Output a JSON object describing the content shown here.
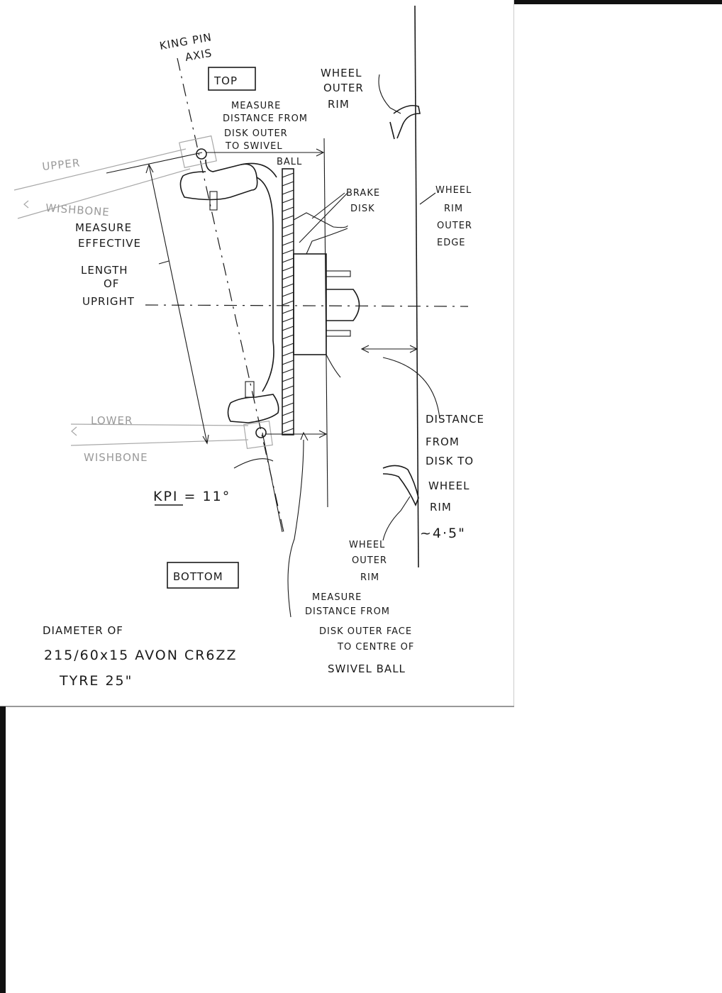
{
  "labels": {
    "king_pin_axis_1": "KING PIN",
    "king_pin_axis_2": "AXIS",
    "top": "TOP",
    "bottom": "BOTTOM",
    "wheel_outer_rim_top_1": "WHEEL",
    "wheel_outer_rim_top_2": "OUTER",
    "wheel_outer_rim_top_3": "RIM",
    "measure_top_1": "MEASURE",
    "measure_top_2": "DISTANCE FROM",
    "measure_top_3": "DISK OUTER",
    "measure_top_4": "TO SWIVEL",
    "measure_top_5": "BALL",
    "upper": "UPPER",
    "wishbone_upper": "WISHBONE",
    "brake_disk_1": "BRAKE",
    "brake_disk_2": "DISK",
    "wheel_rim_edge_1": "WHEEL",
    "wheel_rim_edge_2": "RIM",
    "wheel_rim_edge_3": "OUTER",
    "wheel_rim_edge_4": "EDGE",
    "effective_1": "MEASURE",
    "effective_2": "EFFECTIVE",
    "length_1": "LENGTH",
    "length_2": "OF",
    "length_3": "UPRIGHT",
    "lower": "LOWER",
    "wishbone_lower": "WISHBONE",
    "distance_1": "DISTANCE",
    "distance_2": "FROM",
    "distance_3": "DISK TO",
    "distance_4": "WHEEL",
    "distance_5": "RIM",
    "distance_value": "~4·5\"",
    "kpi": "KPI = 11°",
    "wheel_outer_rim_bot_1": "WHEEL",
    "wheel_outer_rim_bot_2": "OUTER",
    "wheel_outer_rim_bot_3": "RIM",
    "measure_bot_1": "MEASURE",
    "measure_bot_2": "DISTANCE FROM",
    "measure_bot_3": "DISK OUTER FACE",
    "measure_bot_4": "TO CENTRE OF",
    "measure_bot_5": "SWIVEL BALL",
    "diameter_1": "DIAMETER OF",
    "diameter_2": "215/60x15 AVON CR6ZZ",
    "diameter_3": "TYRE 25\""
  }
}
